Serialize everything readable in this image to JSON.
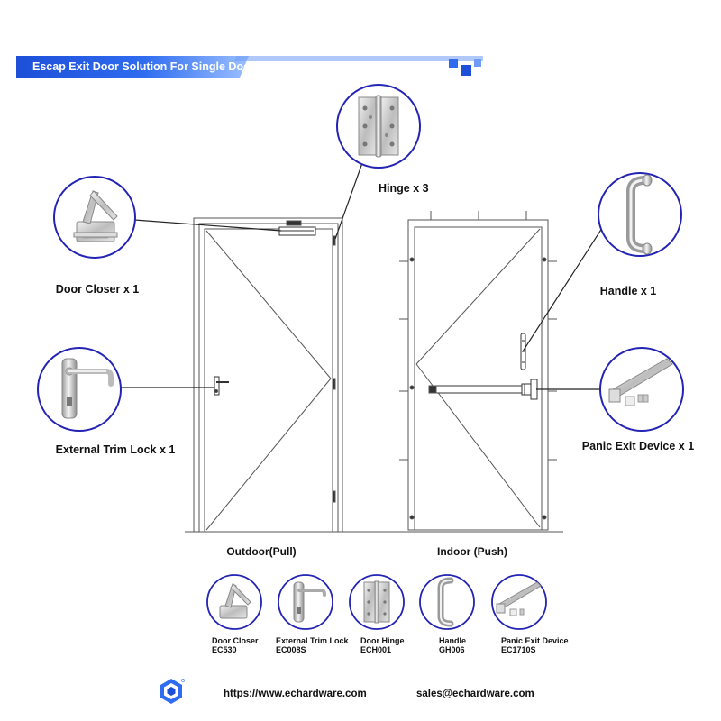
{
  "banner": {
    "title": "Escap Exit Door Solution For Single Door",
    "accent": "#2f6cf0"
  },
  "callouts": {
    "hinge": "Hinge x 3",
    "door_closer": "Door Closer x 1",
    "external_trim_lock": "External Trim Lock x 1",
    "handle": "Handle x 1",
    "panic_exit_device": "Panic Exit Device x 1"
  },
  "doors": {
    "outdoor": "Outdoor(Pull)",
    "indoor": "Indoor (Push)"
  },
  "products": [
    {
      "name": "Door Closer",
      "code": "EC530"
    },
    {
      "name": "External Trim Lock",
      "code": "EC008S"
    },
    {
      "name": "Door Hinge",
      "code": "ECH001"
    },
    {
      "name": "Handle",
      "code": "GH006"
    },
    {
      "name": "Panic Exit Device",
      "code": "EC1710S"
    }
  ],
  "footer": {
    "website": "https://www.echardware.com",
    "email": "sales@echardware.com"
  },
  "colors": {
    "circle": "#2323b4",
    "line": "#222222",
    "door": "#555555"
  },
  "icons": {
    "logo": "echardware-hexagon-logo-icon"
  }
}
